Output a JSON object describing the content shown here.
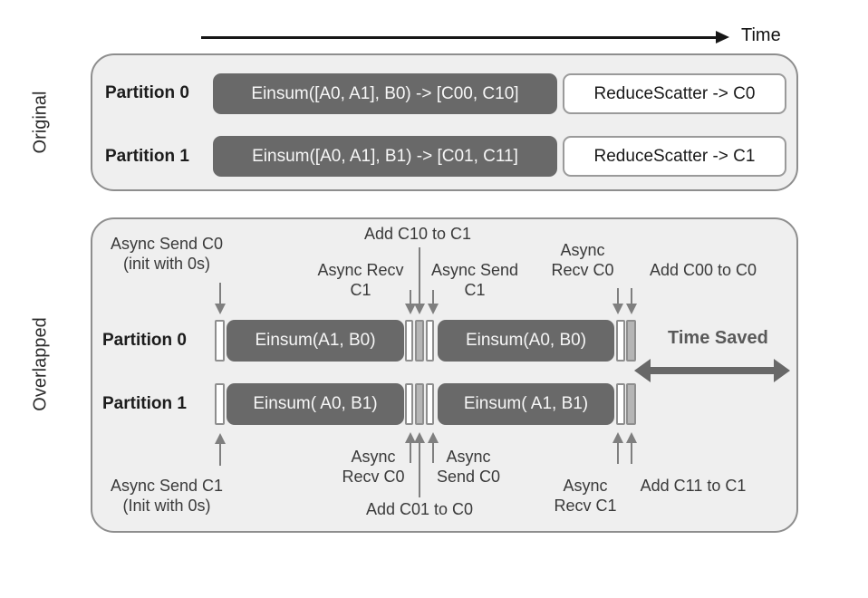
{
  "colors": {
    "panel_bg": "#efefef",
    "panel_border": "#8e8e8e",
    "dark_box": "#696969",
    "dark_box_text": "#f7f7f7",
    "gray_comm_bar": "#b5b5b5",
    "arrow_gray": "#7f7f7f",
    "time_arrow_black": "#161616",
    "time_saved_gray": "#595959",
    "annotation_text": "#3a3a3a"
  },
  "time_axis": {
    "label": "Time"
  },
  "original": {
    "section_label": "Original",
    "rows": [
      {
        "partition": "Partition 0",
        "einsum": "Einsum([A0, A1], B0) -> [C00, C10]",
        "reduce_scatter": "ReduceScatter -> C0"
      },
      {
        "partition": "Partition 1",
        "einsum": "Einsum([A0, A1], B1) -> [C01, C11]",
        "reduce_scatter": "ReduceScatter -> C1"
      }
    ]
  },
  "overlapped": {
    "section_label": "Overlapped",
    "rows": [
      {
        "partition": "Partition 0",
        "einsum_first": "Einsum(A1, B0)",
        "einsum_second": "Einsum(A0, B0)"
      },
      {
        "partition": "Partition 1",
        "einsum_first": "Einsum( A0, B1)",
        "einsum_second": "Einsum( A1, B1)"
      }
    ],
    "time_saved": "Time Saved",
    "top_annotations": {
      "async_send_c0": {
        "line1": "Async Send C0",
        "line2": "(init with 0s)"
      },
      "add_c10_to_c1": "Add C10 to C1",
      "async_recv_c1": {
        "line1": "Async Recv",
        "line2": "C1"
      },
      "async_send_c1": {
        "line1": "Async Send",
        "line2": "C1"
      },
      "async_recv_c0": {
        "line1": "Async",
        "line2": "Recv C0"
      },
      "add_c00_to_c0": "Add C00 to C0"
    },
    "bottom_annotations": {
      "async_send_c1": {
        "line1": "Async Send C1",
        "line2": "(Init with 0s)"
      },
      "async_recv_c0": {
        "line1": "Async",
        "line2": "Recv C0"
      },
      "async_send_c0": {
        "line1": "Async",
        "line2": "Send C0"
      },
      "add_c01_to_c0": "Add C01 to C0",
      "async_recv_c1": {
        "line1": "Async",
        "line2": "Recv C1"
      },
      "add_c11_to_c1": "Add C11 to C1"
    }
  }
}
